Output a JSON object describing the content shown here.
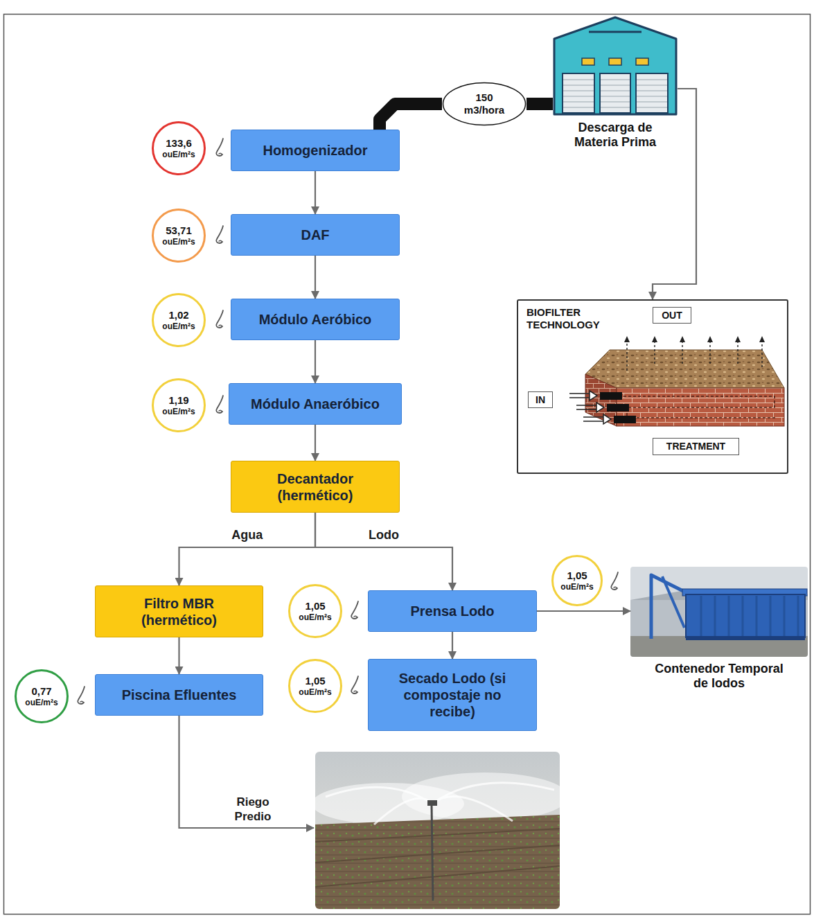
{
  "diagram": {
    "nodes": [
      {
        "text": [
          "Descarga de Materia Prima"
        ]
      },
      {
        "text": [
          "150 m3/hora"
        ]
      },
      {
        "text": [
          "133,6",
          "ouE/m²s"
        ]
      },
      {
        "text": [
          "Homogenizador"
        ]
      },
      {
        "text": [
          "53,71",
          "ouE/m²s"
        ]
      },
      {
        "text": [
          "DAF"
        ]
      },
      {
        "text": [
          "BIOFILTER TECHNOLOGY"
        ]
      },
      {
        "text": [
          "OUT"
        ],
        "in": 6
      },
      {
        "text": [
          "IN"
        ],
        "in": 6
      },
      {
        "text": [
          "TREATMENT"
        ],
        "in": 6
      },
      {
        "text": [
          "1,02",
          "ouE/m²s"
        ]
      },
      {
        "text": [
          "Módulo Aeróbico"
        ]
      },
      {
        "text": [
          "1,19",
          "ouE/m²s"
        ]
      },
      {
        "text": [
          "Módulo Anaeróbico"
        ]
      },
      {
        "text": [
          "Decantador (hermético)"
        ]
      },
      {
        "text": [
          "1,05",
          "ouE/m²s"
        ]
      },
      {
        "text": [
          "Contenedor Temporal de lodos"
        ]
      },
      {
        "text": [
          "Filtro MBR (hermético)"
        ]
      },
      {
        "text": [
          "1,05",
          "ouE/m²s"
        ]
      },
      {
        "text": [
          "Prensa Lodo"
        ]
      },
      {
        "text": [
          "1,05",
          "ouE/m²s"
        ]
      },
      {
        "text": [
          "Secado Lodo (si compostaje no recibe)"
        ]
      },
      {
        "text": [
          "0,77",
          "ouE/m²s"
        ]
      },
      {
        "text": [
          "Piscina Efluentes"
        ]
      }
    ],
    "edges": [
      {
        "from": 0,
        "to": 1,
        "arrow": "none"
      },
      {
        "from": 1,
        "to": 3,
        "arrow": "none"
      },
      {
        "from": 0,
        "to": 6,
        "arrow": "to"
      },
      {
        "from": 3,
        "to": 5,
        "arrow": "to"
      },
      {
        "from": 5,
        "to": 11,
        "arrow": "to"
      },
      {
        "from": 11,
        "to": 13,
        "arrow": "to"
      },
      {
        "from": 13,
        "to": 14,
        "arrow": "to"
      },
      {
        "from": 14,
        "to": 17,
        "label": "Agua",
        "arrow": "to"
      },
      {
        "from": 14,
        "to": 19,
        "label": "Lodo",
        "arrow": "to"
      },
      {
        "from": 17,
        "to": 23,
        "arrow": "to"
      },
      {
        "from": 19,
        "to": 21,
        "arrow": "to"
      },
      {
        "from": 19,
        "to": 16,
        "arrow": "to"
      }
    ],
    "labels": [
      "Riego Predio"
    ]
  }
}
